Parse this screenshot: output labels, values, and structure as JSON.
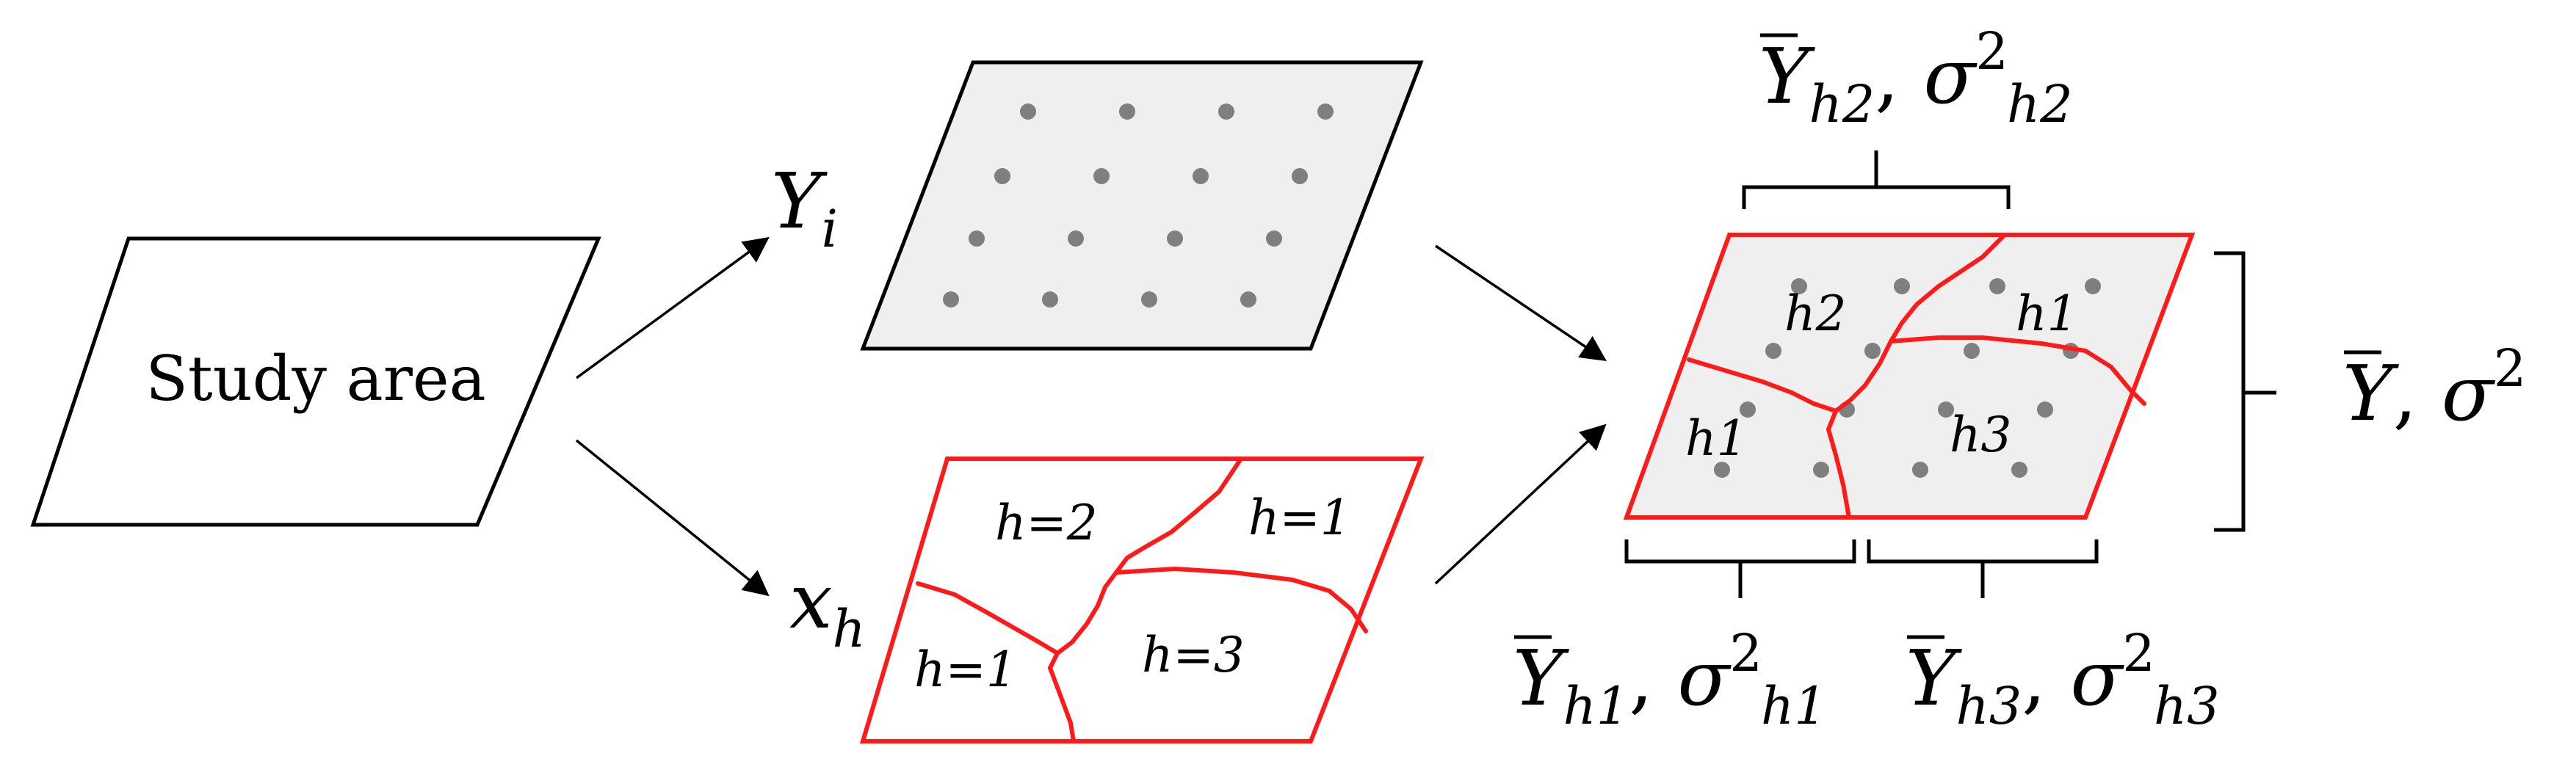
{
  "study_area": {
    "label": "Study area"
  },
  "labels": {
    "y_i": {
      "base": "Y",
      "sub": "i"
    },
    "x_h": {
      "base": "x",
      "sub": "h"
    }
  },
  "zones_input": {
    "h2": "h=2",
    "h1_top": "h=1",
    "h1_bottom": "h=1",
    "h3": "h=3"
  },
  "zones_result": {
    "h2": "h2",
    "h1_top": "h1",
    "h1_left": "h1",
    "h3": "h3"
  },
  "stats": {
    "h2": {
      "base": "Y",
      "sub": "h2",
      "sep": ", ",
      "sigma": "σ",
      "sig_sub": "h2",
      "sig_sup": "2"
    },
    "h1": {
      "base": "Y",
      "sub": "h1",
      "sep": ", ",
      "sigma": "σ",
      "sig_sub": "h1",
      "sig_sup": "2"
    },
    "h3": {
      "base": "Y",
      "sub": "h3",
      "sep": ", ",
      "sigma": "σ",
      "sig_sub": "h3",
      "sig_sup": "2"
    },
    "total": {
      "base": "Y",
      "sep": ", ",
      "sigma": "σ",
      "sig_sup": "2"
    }
  },
  "colors": {
    "stroke": "#000000",
    "red": "#ff1a1a",
    "fill": "#efefef",
    "dot": "#7f7f7f"
  }
}
